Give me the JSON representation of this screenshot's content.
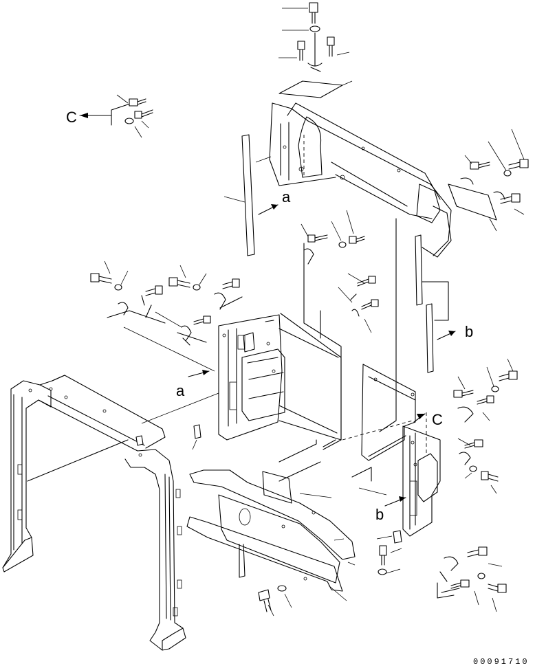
{
  "labels": {
    "view_c_top": "C",
    "view_c_mid": "C",
    "arrow_a_top": "a",
    "arrow_a_mid": "a",
    "arrow_b_right": "b",
    "arrow_b_low": "b"
  },
  "reference_number": "00091710"
}
